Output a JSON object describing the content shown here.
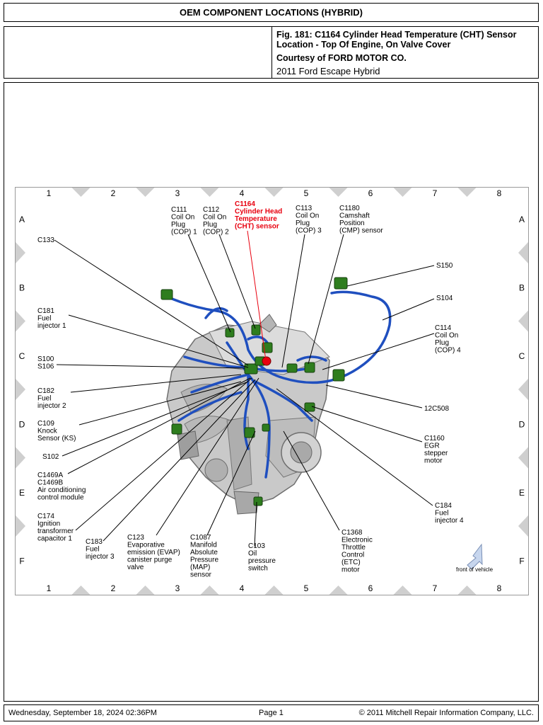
{
  "header": {
    "title": "OEM COMPONENT LOCATIONS (HYBRID)"
  },
  "caption": {
    "fig_title": "Fig. 181: C1164 Cylinder Head Temperature (CHT) Sensor Location - Top Of Engine, On Valve Cover",
    "courtesy": "Courtesy of FORD MOTOR CO.",
    "vehicle": "2011 Ford Escape Hybrid"
  },
  "diagram": {
    "grid_cols": [
      "1",
      "2",
      "3",
      "4",
      "5",
      "6",
      "7",
      "8"
    ],
    "grid_rows": [
      "A",
      "B",
      "C",
      "D",
      "E",
      "F"
    ],
    "highlight_color": "#e8000f",
    "harness_color": "#1f4fbf",
    "connector_color": "#2e7d1e",
    "labels": {
      "c133": [
        "C133"
      ],
      "c181": [
        "C181",
        "Fuel",
        "injector 1"
      ],
      "s100": [
        "S100",
        "S106"
      ],
      "c182": [
        "C182",
        "Fuel",
        "injector 2"
      ],
      "c109": [
        "C109",
        "Knock",
        "Sensor (KS)"
      ],
      "s102": [
        "S102"
      ],
      "c1469": [
        "C1469A",
        "C1469B",
        "Air conditioning",
        "control module"
      ],
      "c174": [
        "C174",
        "Ignition",
        "transformer",
        "capacitor 1"
      ],
      "c183": [
        "C183",
        "Fuel",
        "injector 3"
      ],
      "c123": [
        "C123",
        "Evaporative",
        "emission (EVAP)",
        "canister purge",
        "valve"
      ],
      "c1087": [
        "C1087",
        "Manifold",
        "Absolute",
        "Pressure",
        "(MAP)",
        "sensor"
      ],
      "c103": [
        "C103",
        "Oil",
        "pressure",
        "switch"
      ],
      "c1368": [
        "C1368",
        "Electronic",
        "Throttle",
        "Control",
        "(ETC)",
        "motor"
      ],
      "c184": [
        "C184",
        "Fuel",
        "injector 4"
      ],
      "c1160": [
        "C1160",
        "EGR",
        "stepper",
        "motor"
      ],
      "c12c508": [
        "12C508"
      ],
      "c114": [
        "C114",
        "Coil On",
        "Plug",
        "(COP) 4"
      ],
      "s104": [
        "S104"
      ],
      "s150": [
        "S150"
      ],
      "c111": [
        "C111",
        "Coil On",
        "Plug",
        "(COP) 1"
      ],
      "c112": [
        "C112",
        "Coil On",
        "Plug",
        "(COP) 2"
      ],
      "c1164": [
        "C1164",
        "Cylinder Head",
        "Temperature",
        "(CHT) sensor"
      ],
      "c113": [
        "C113",
        "Coil On",
        "Plug",
        "(COP) 3"
      ],
      "c1180": [
        "C1180",
        "Camshaft",
        "Position",
        "(CMP) sensor"
      ],
      "front": [
        "front of vehicle"
      ]
    }
  },
  "footer": {
    "date": "Wednesday, September 18, 2024  02:36PM",
    "page": "Page 1",
    "copyright": "© 2011 Mitchell Repair Information Company, LLC."
  }
}
